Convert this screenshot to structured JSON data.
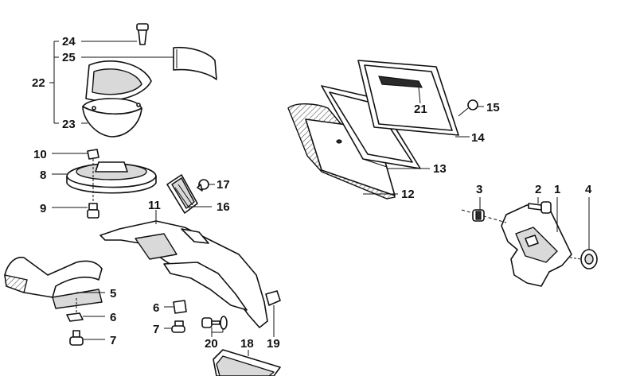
{
  "callouts": {
    "c1": "1",
    "c2": "2",
    "c3": "3",
    "c4": "4",
    "c5": "5",
    "c6": "6",
    "c7a": "7",
    "c7b": "7",
    "c6b": "6",
    "c8": "8",
    "c9": "9",
    "c10": "10",
    "c11": "11",
    "c12": "12",
    "c13": "13",
    "c14": "14",
    "c15": "15",
    "c16": "16",
    "c17": "17",
    "c18": "18",
    "c19": "19",
    "c20": "20",
    "c21": "21",
    "c22": "22",
    "c23": "23",
    "c24": "24",
    "c25": "25"
  }
}
